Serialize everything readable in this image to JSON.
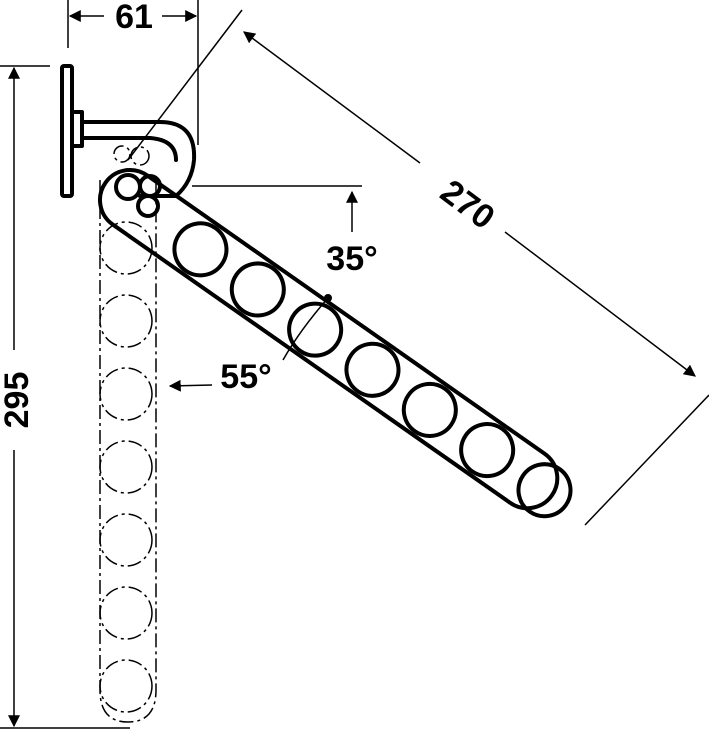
{
  "dimensions": {
    "width_top": "61",
    "length_arm": "270",
    "height_total": "295",
    "angle_upper": "35°",
    "angle_lower": "55°"
  },
  "arm": {
    "holes_count": 7
  },
  "stowed_arm": {
    "holes_count": 7
  }
}
